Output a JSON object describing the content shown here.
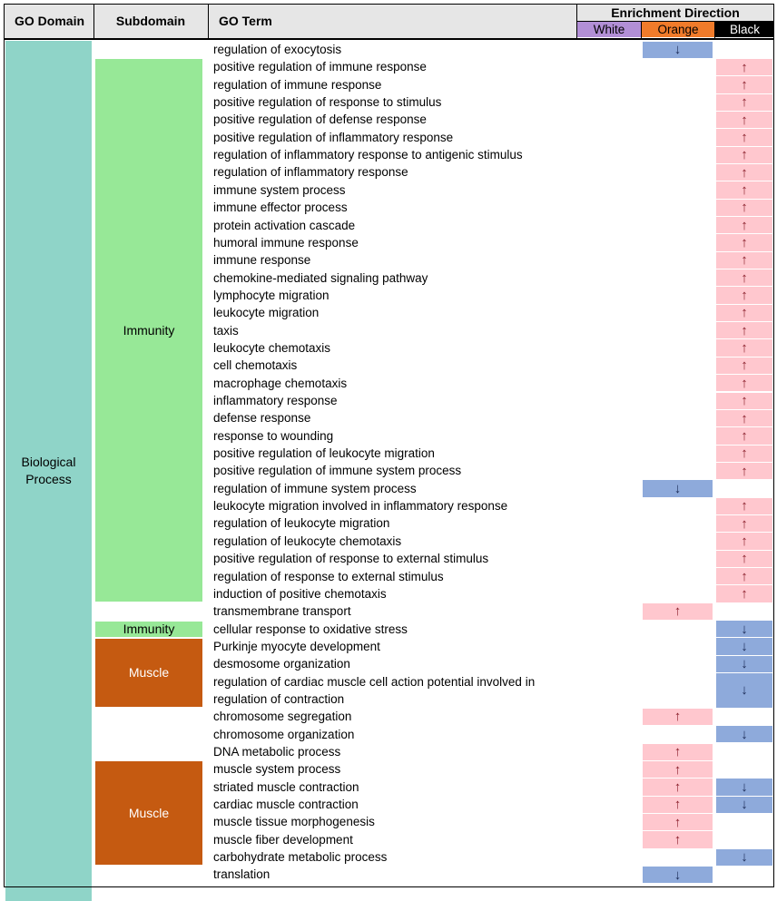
{
  "headers": {
    "go_domain": "GO Domain",
    "subdomain": "Subdomain",
    "go_term": "GO Term",
    "enrichment_direction": "Enrichment Direction",
    "white": "White",
    "orange": "Orange",
    "black": "Black"
  },
  "colors": {
    "header_bg": "#e6e6e6",
    "white_header": "#b28fd6",
    "orange_header": "#f07b2a",
    "black_header": "#000000",
    "domain_teal": "#8fd4c8",
    "immunity_green": "#97e897",
    "muscle_orange": "#c55a11",
    "up_pink": "#ffc7ce",
    "down_blue": "#8eaadb"
  },
  "domains": [
    {
      "label": "Biological Process",
      "rows": [
        0,
        48
      ]
    }
  ],
  "subdomains": [
    {
      "label": "Immunity",
      "rows": [
        1,
        31
      ],
      "kind": "immunity"
    },
    {
      "label": "Immunity",
      "rows": [
        33,
        33
      ],
      "kind": "immunity"
    },
    {
      "label": "Muscle",
      "rows": [
        34,
        37
      ],
      "kind": "muscle"
    },
    {
      "label": "Muscle",
      "rows": [
        41,
        46
      ],
      "kind": "muscle"
    }
  ],
  "rows": [
    {
      "term": "regulation of exocytosis",
      "white": "",
      "orange": "down",
      "black": ""
    },
    {
      "term": "positive regulation of immune response",
      "white": "",
      "orange": "",
      "black": "up"
    },
    {
      "term": "regulation of immune response",
      "white": "",
      "orange": "",
      "black": "up"
    },
    {
      "term": "positive regulation of response to stimulus",
      "white": "",
      "orange": "",
      "black": "up"
    },
    {
      "term": "positive regulation of defense response",
      "white": "",
      "orange": "",
      "black": "up"
    },
    {
      "term": "positive regulation of inflammatory response",
      "white": "",
      "orange": "",
      "black": "up"
    },
    {
      "term": "regulation of inflammatory response to antigenic stimulus",
      "white": "",
      "orange": "",
      "black": "up"
    },
    {
      "term": "regulation of inflammatory response",
      "white": "",
      "orange": "",
      "black": "up"
    },
    {
      "term": "immune system process",
      "white": "",
      "orange": "",
      "black": "up"
    },
    {
      "term": "immune effector process",
      "white": "",
      "orange": "",
      "black": "up"
    },
    {
      "term": "protein activation cascade",
      "white": "",
      "orange": "",
      "black": "up"
    },
    {
      "term": "humoral immune response",
      "white": "",
      "orange": "",
      "black": "up"
    },
    {
      "term": "immune response",
      "white": "",
      "orange": "",
      "black": "up"
    },
    {
      "term": "chemokine-mediated signaling pathway",
      "white": "",
      "orange": "",
      "black": "up"
    },
    {
      "term": "lymphocyte migration",
      "white": "",
      "orange": "",
      "black": "up"
    },
    {
      "term": "leukocyte migration",
      "white": "",
      "orange": "",
      "black": "up"
    },
    {
      "term": "taxis",
      "white": "",
      "orange": "",
      "black": "up"
    },
    {
      "term": "leukocyte chemotaxis",
      "white": "",
      "orange": "",
      "black": "up"
    },
    {
      "term": "cell chemotaxis",
      "white": "",
      "orange": "",
      "black": "up"
    },
    {
      "term": "macrophage chemotaxis",
      "white": "",
      "orange": "",
      "black": "up"
    },
    {
      "term": "inflammatory response",
      "white": "",
      "orange": "",
      "black": "up"
    },
    {
      "term": "defense response",
      "white": "",
      "orange": "",
      "black": "up"
    },
    {
      "term": "response to wounding",
      "white": "",
      "orange": "",
      "black": "up"
    },
    {
      "term": "positive regulation of leukocyte migration",
      "white": "",
      "orange": "",
      "black": "up"
    },
    {
      "term": "positive regulation of immune system process",
      "white": "",
      "orange": "",
      "black": "up"
    },
    {
      "term": "regulation of immune system process",
      "white": "",
      "orange": "down",
      "black": ""
    },
    {
      "term": "leukocyte migration involved in inflammatory response",
      "white": "",
      "orange": "",
      "black": "up"
    },
    {
      "term": "regulation of leukocyte migration",
      "white": "",
      "orange": "",
      "black": "up"
    },
    {
      "term": "regulation of leukocyte chemotaxis",
      "white": "",
      "orange": "",
      "black": "up"
    },
    {
      "term": "positive regulation of response to external stimulus",
      "white": "",
      "orange": "",
      "black": "up"
    },
    {
      "term": "regulation of response to external stimulus",
      "white": "",
      "orange": "",
      "black": "up"
    },
    {
      "term": "induction of positive chemotaxis",
      "white": "",
      "orange": "",
      "black": "up"
    },
    {
      "term": "transmembrane transport",
      "white": "",
      "orange": "up",
      "black": ""
    },
    {
      "term": "cellular response to oxidative stress",
      "white": "",
      "orange": "",
      "black": "down"
    },
    {
      "term": "Purkinje myocyte development",
      "white": "",
      "orange": "",
      "black": "down"
    },
    {
      "term": "desmosome organization",
      "white": "",
      "orange": "",
      "black": "down"
    },
    {
      "term": "regulation of cardiac muscle cell action potential involved in",
      "white": "",
      "orange": "",
      "black": "down",
      "black_span": 2
    },
    {
      "term": "regulation of contraction",
      "white": "",
      "orange": "",
      "black": "",
      "covered": true
    },
    {
      "term": "chromosome segregation",
      "white": "",
      "orange": "up",
      "black": ""
    },
    {
      "term": "chromosome organization",
      "white": "",
      "orange": "",
      "black": "down"
    },
    {
      "term": "DNA metabolic process",
      "white": "",
      "orange": "up",
      "black": ""
    },
    {
      "term": "muscle system process",
      "white": "",
      "orange": "up",
      "black": ""
    },
    {
      "term": "striated muscle contraction",
      "white": "",
      "orange": "up",
      "black": "down"
    },
    {
      "term": "cardiac muscle contraction",
      "white": "",
      "orange": "up",
      "black": "down"
    },
    {
      "term": "muscle tissue morphogenesis",
      "white": "",
      "orange": "up",
      "black": ""
    },
    {
      "term": "muscle fiber development",
      "white": "",
      "orange": "up",
      "black": ""
    },
    {
      "term": "carbohydrate metabolic process",
      "white": "",
      "orange": "",
      "black": "down"
    },
    {
      "term": "translation",
      "white": "",
      "orange": "down",
      "black": ""
    }
  ],
  "arrows": {
    "up": "↑",
    "down": "↓"
  }
}
